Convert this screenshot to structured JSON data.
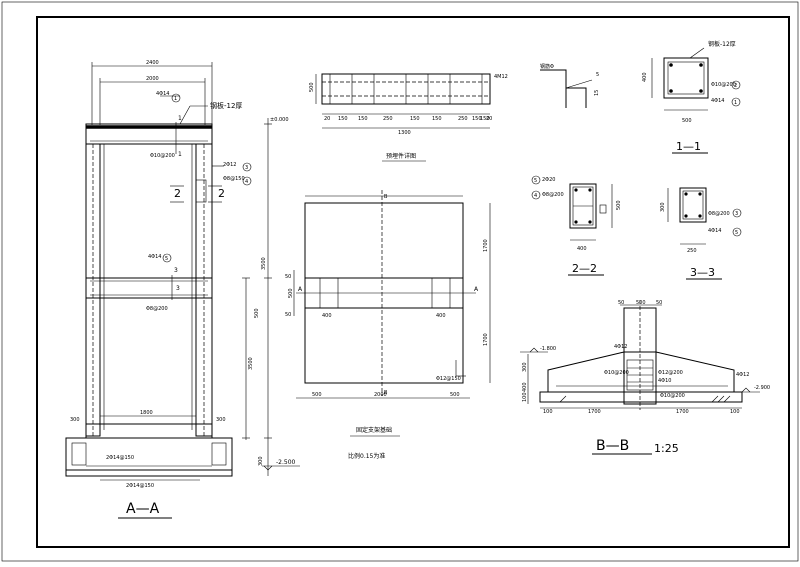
{
  "colors": {
    "ink": "#000000",
    "paper": "#ffffff"
  },
  "elevation": {
    "dim_total": "2400",
    "dim_inner": "2000",
    "rebar_top": "4Φ14",
    "plate_label": "钢板-12厚",
    "sec_a": "1",
    "sec_b": "1",
    "stirrup_main": "Φ10@200",
    "lbl_bars": "2Φ12",
    "lbl_stirrup": "Φ8@150",
    "sec2_l": "2",
    "sec2_r": "2",
    "rebar_mid": "4Φ14",
    "sec3_a": "3",
    "sec3_b": "3",
    "stirrup_low": "Φ8@200",
    "h_top": "3500",
    "h_a": "3500",
    "h_b": "300",
    "h_c": "500",
    "dim_bot_inner": "1800",
    "dim_bot_a": "300",
    "dim_bot_b": "300",
    "bar_bot": "2Φ14@150",
    "bar_base": "2Φ14@150",
    "elev_level": "-2.500",
    "top_level": "±0.000",
    "title": "A—A",
    "circ": [
      "1",
      "2",
      "3",
      "4",
      "5"
    ]
  },
  "plate": {
    "top_dim": "500",
    "spacings": [
      "20",
      "150",
      "150",
      "250",
      "150",
      "150",
      "250",
      "150",
      "150",
      "20"
    ],
    "total": "1300",
    "bolt": "4M12",
    "caption": "预埋件详图"
  },
  "plan": {
    "w_left": "500",
    "w_mid": "2000",
    "w_right": "500",
    "h_top": "1700",
    "h_bot": "1700",
    "pad_l": "400",
    "pad_r": "400",
    "h_mid": "500",
    "h_50a": "50",
    "h_50b": "50",
    "mark_a": "A",
    "mark_b": "A",
    "mark_top": "B",
    "mark_bot": "B",
    "mesh": "Φ12@150",
    "caption": "固定支架基础",
    "note": "比例0.15为准"
  },
  "hook": {
    "label": "钢筋Φ",
    "dim": "5",
    "dim2": "15"
  },
  "sec1": {
    "w": "500",
    "h": "400",
    "plate": "钢板-12厚",
    "stirrup": "Φ10@200",
    "bars": "4Φ14",
    "title": "1—1"
  },
  "sec2": {
    "w": "400",
    "h": "500",
    "bars_top": "2Φ20",
    "bars_side": "Φ8@200",
    "title": "2—2"
  },
  "sec3": {
    "w": "250",
    "h": "300",
    "stirrup": "Φ8@200",
    "bars": "4Φ14",
    "title": "3—3"
  },
  "secB": {
    "top_a": "50",
    "top_b": "500",
    "top_c": "50",
    "lvl_top": "-1.800",
    "lvl_bot": "-2.900",
    "bars_a": "4Φ12",
    "bars_b": "Φ10@200",
    "bars_c": "Φ12@200",
    "bars_d": "4Φ10",
    "bars_e": "4Φ12",
    "bars_f": "Φ10@200",
    "h1": "300",
    "h2": "400",
    "h3": "100",
    "w_l": "1700",
    "w_r": "1700",
    "w_a": "100",
    "w_b": "100",
    "title": "B—B",
    "scale": "1:25"
  }
}
